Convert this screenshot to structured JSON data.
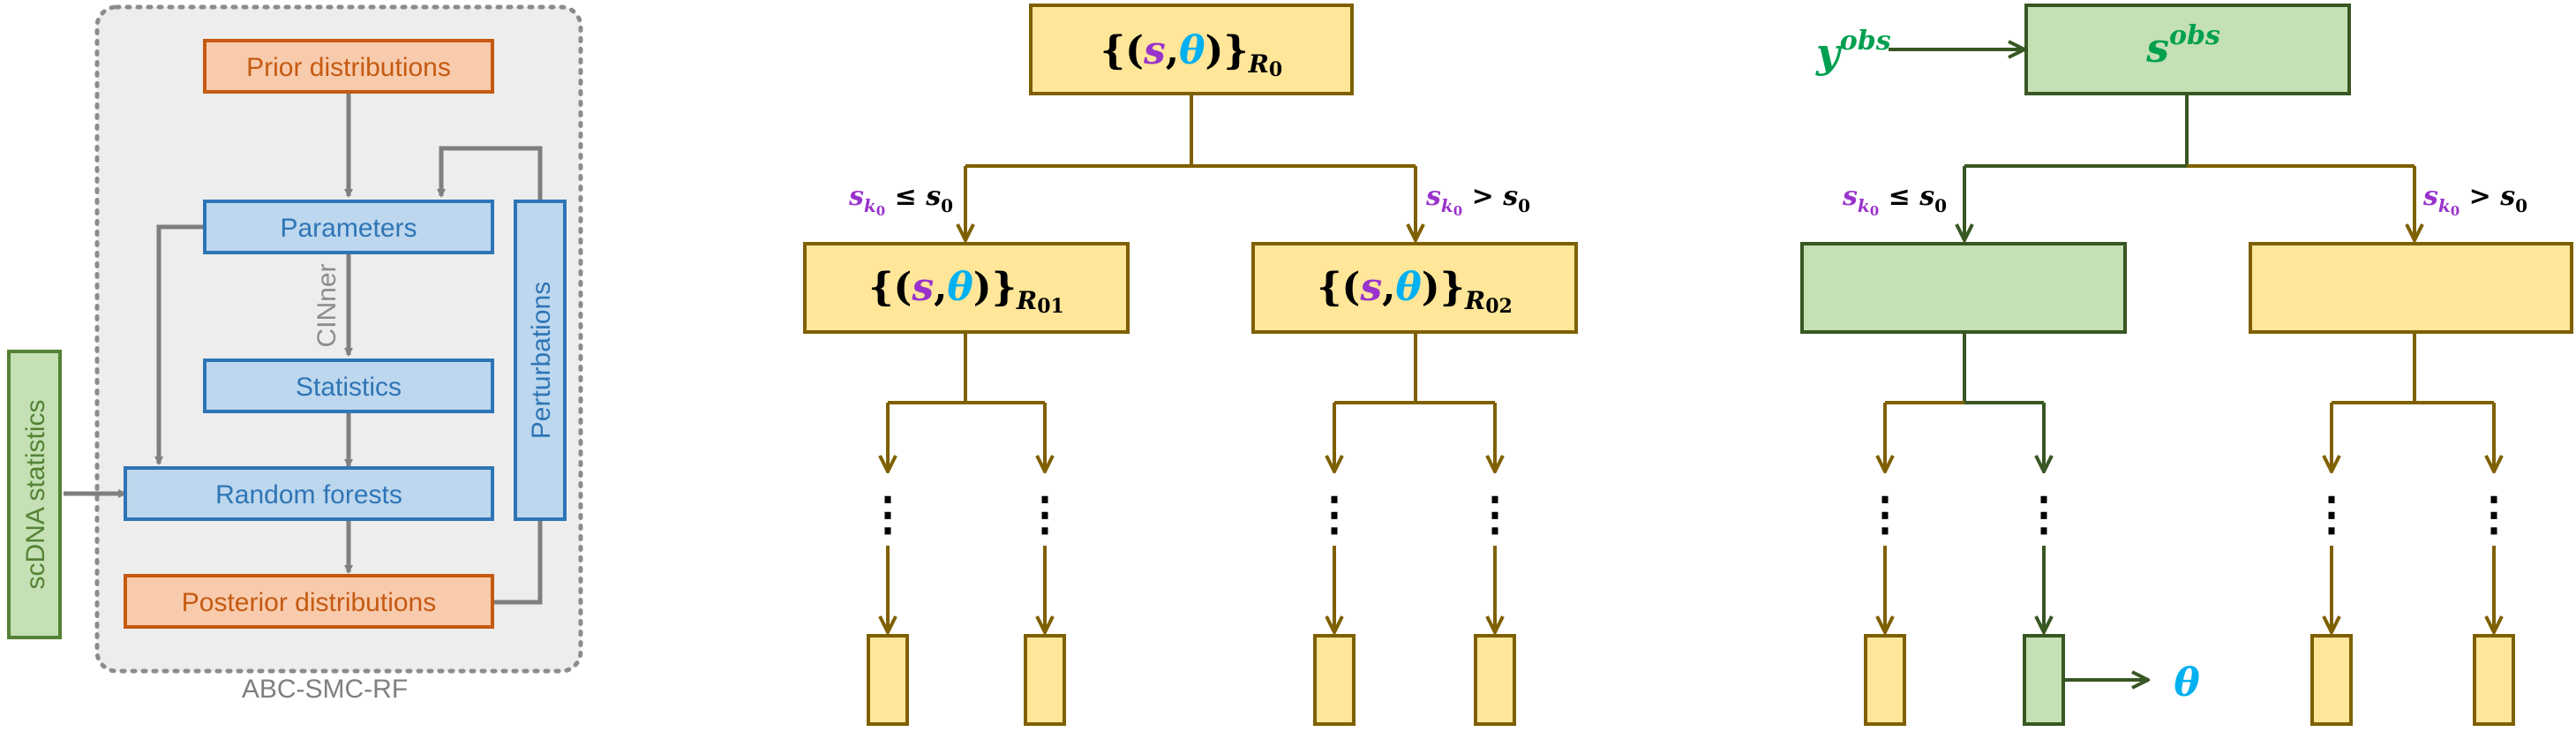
{
  "colors": {
    "blue_fill": "#bdd7ee",
    "blue_stroke": "#2e75b6",
    "blue_text": "#2e75b6",
    "orange_fill": "#f8cbad",
    "orange_stroke": "#c55a11",
    "orange_text": "#c55a11",
    "green_fill": "#c5e0b4",
    "green_stroke": "#548235",
    "green_text": "#548235",
    "gray_arrow": "#7f7f7f",
    "panel_fill": "#ededed",
    "panel_border": "#8c8c8c",
    "yellow_fill": "#ffe699",
    "tree_brown": "#7f6000",
    "tree_green": "#385723",
    "purple": "#9933cc",
    "cyan": "#00b0f0",
    "dark_green_text": "#00a050"
  },
  "abc_panel": {
    "caption": "ABC-SMC-RF",
    "prior": "Prior distributions",
    "parameters": "Parameters",
    "cinner": "CINner",
    "statistics": "Statistics",
    "random_forests": "Random forests",
    "posterior": "Posterior distributions",
    "perturbations": "Perturbations",
    "scdna": "scDNA statistics"
  },
  "tree1": {
    "root_set_open": "{(",
    "s": "s",
    "comma": ",",
    "theta": "θ",
    "set_close": ")}",
    "root_sub": "R",
    "root_sub2": "0",
    "left_sub": "R",
    "left_sub2": "01",
    "right_sub": "R",
    "right_sub2": "02",
    "split_left_s": "s",
    "split_left_k": "k",
    "split_left_k0": "0",
    "split_left_op": " ≤ ",
    "split_left_rhs": "s",
    "split_left_rhs0": "0",
    "split_right_op": " > ",
    "dots": "⋮"
  },
  "tree2": {
    "y": "y",
    "y_sup": "obs",
    "s": "s",
    "s_sup": "obs",
    "theta_out": "θ",
    "dots": "⋮"
  }
}
